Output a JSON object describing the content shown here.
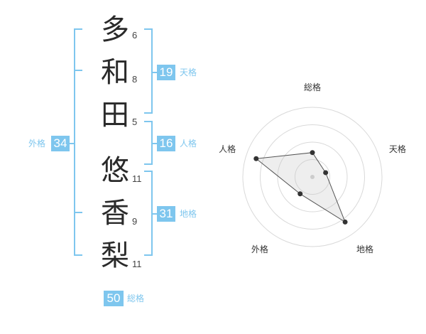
{
  "name": {
    "chars": [
      {
        "char": "多",
        "strokes": "6"
      },
      {
        "char": "和",
        "strokes": "8"
      },
      {
        "char": "田",
        "strokes": "5"
      },
      {
        "char": "悠",
        "strokes": "11"
      },
      {
        "char": "香",
        "strokes": "9"
      },
      {
        "char": "梨",
        "strokes": "11"
      }
    ]
  },
  "kakusuu": {
    "tenkaku": {
      "label": "天格",
      "value": "19"
    },
    "jinkaku": {
      "label": "人格",
      "value": "16"
    },
    "chikaku": {
      "label": "地格",
      "value": "31"
    },
    "gaikaku": {
      "label": "外格",
      "value": "34"
    },
    "soukaku": {
      "label": "総格",
      "value": "50"
    }
  },
  "colors": {
    "accent": "#7ec6ee",
    "text": "#2a2a2a"
  },
  "chart_data": {
    "type": "radar",
    "axes": [
      "総格",
      "天格",
      "地格",
      "外格",
      "人格"
    ],
    "values": [
      0.35,
      0.2,
      0.8,
      0.3,
      0.85
    ],
    "range": [
      0,
      1
    ],
    "rings": 4
  }
}
